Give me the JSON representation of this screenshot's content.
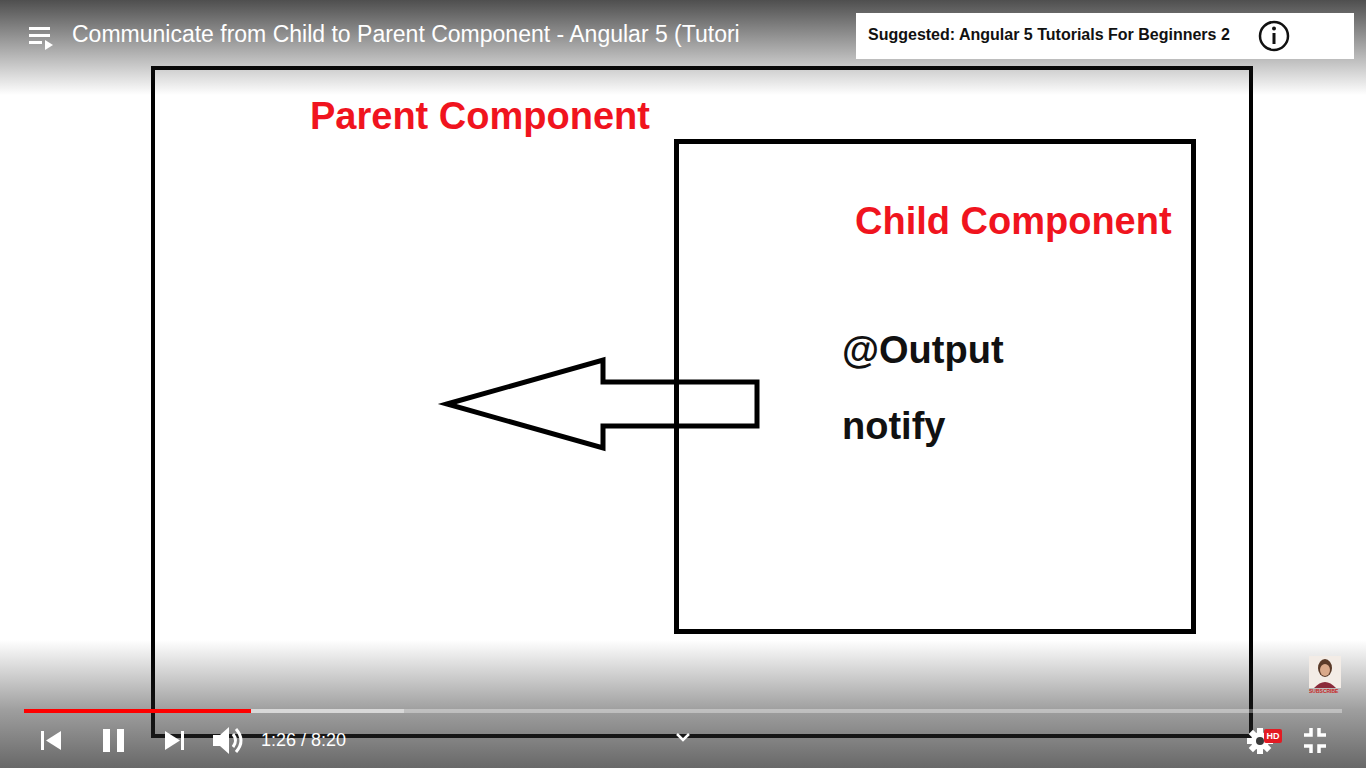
{
  "diagram": {
    "nodes": [
      {
        "text": [
          "Parent Component"
        ]
      },
      {
        "text": [
          "Child Component",
          "@Output notify"
        ],
        "in": 0
      }
    ],
    "edges": [
      {
        "from": 1,
        "to": 0,
        "arrow": "to"
      }
    ],
    "labels": [
      "Communicate from Child to Parent Component - Angular 5 (Tutori",
      "Suggested: Angular 5 Tutorials For Beginners 2",
      "1:26 / 8:20",
      "HD",
      "SUBSCRIBE"
    ]
  }
}
